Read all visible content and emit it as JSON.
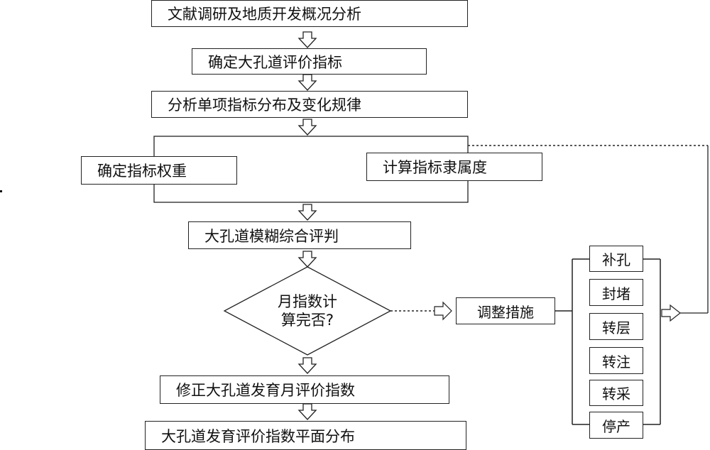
{
  "flow": {
    "step1": "文献调研及地质开发概况分析",
    "step2": "确定大孔道评价指标",
    "step3": "分析单项指标分布及变化规律",
    "step4a": "确定指标权重",
    "step4b": "计算指标隶属度",
    "step5": "大孔道模糊综合评判",
    "decision_line1": "月指数计",
    "decision_line2": "算完否?",
    "step6": "修正大孔道发育月评价指数",
    "step7": "大孔道发育评价指数平面分布"
  },
  "adjust": {
    "label": "调整措施",
    "measures": [
      "补孔",
      "封堵",
      "转层",
      "转注",
      "转采",
      "停产"
    ]
  }
}
